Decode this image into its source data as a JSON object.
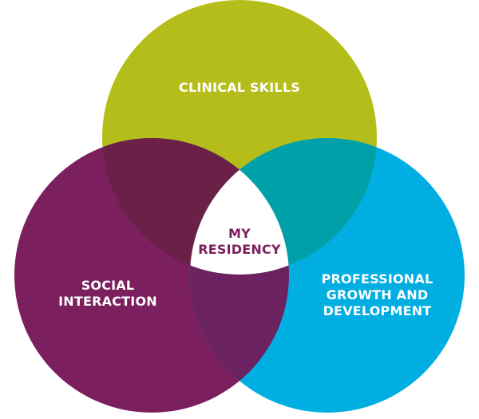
{
  "labels": {
    "top": "CLINICAL SKILLS",
    "left_line1": "SOCIAL",
    "left_line2": "INTERACTION",
    "right_line1": "PROFESSIONAL",
    "right_line2": "GROWTH AND",
    "right_line3": "DEVELOPMENT",
    "center_line1": "MY",
    "center_line2": "RESIDENCY"
  },
  "colors": {
    "clinical": "#b5bd1a",
    "social": "#7b1f5f",
    "professional": "#00aee2",
    "clinical_social": "#6b2048",
    "clinical_professional": "#00a0a8",
    "social_professional": "#6a2360",
    "center": "#ffffff"
  }
}
